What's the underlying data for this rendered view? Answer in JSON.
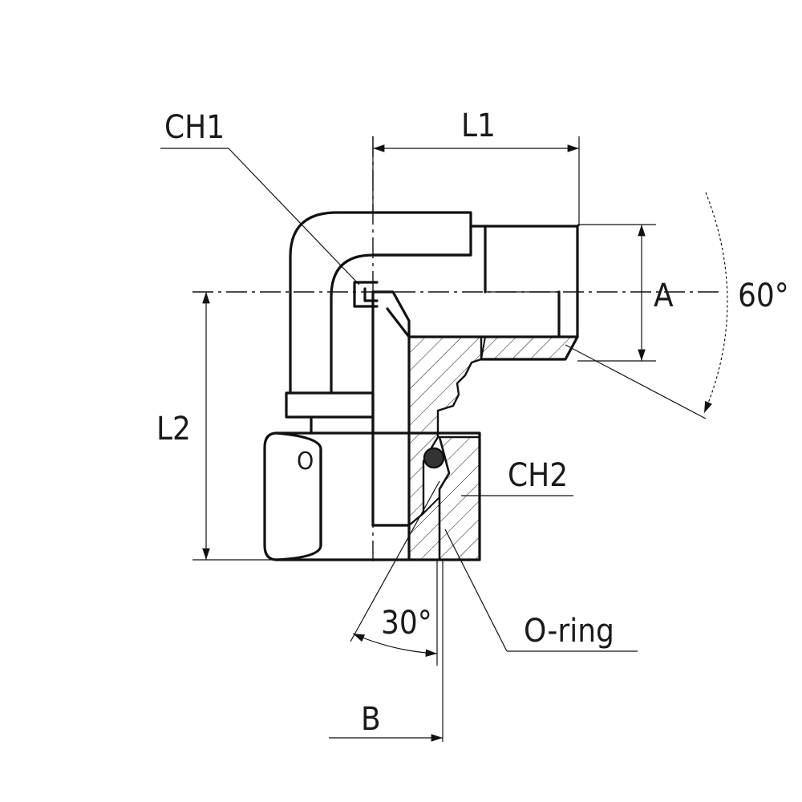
{
  "labels": {
    "ch1": "CH1",
    "ch2": "CH2",
    "l1": "L1",
    "l2": "L2",
    "a": "A",
    "b": "B",
    "angle_60": "60°",
    "angle_30": "30°",
    "o_ring": "O-ring",
    "o_mark": "O"
  }
}
